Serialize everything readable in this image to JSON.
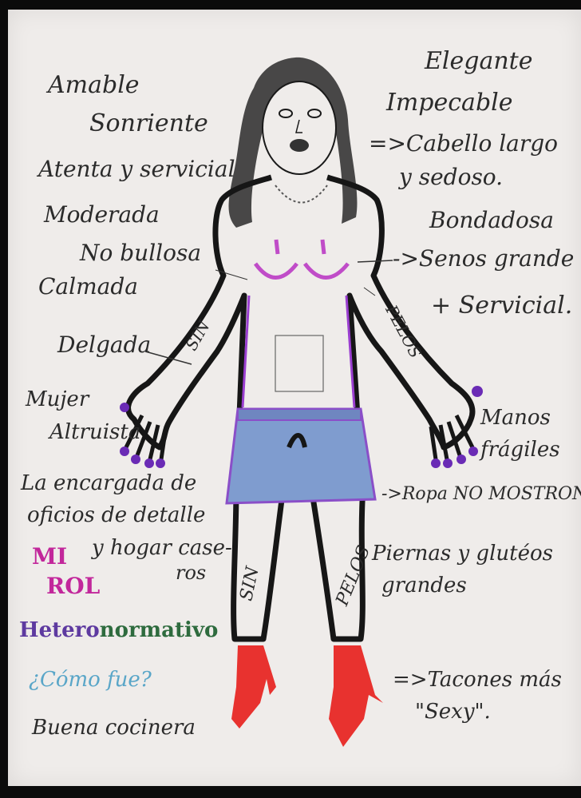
{
  "left_labels": {
    "amable": "Amable",
    "sonriente": "Sonriente",
    "atenta": "Atenta y servicial",
    "moderada": "Moderada",
    "no_bullosa": "No bullosa",
    "calmada": "Calmada",
    "delgada": "Delgada",
    "mujer": "Mujer",
    "altruista": "Altruista",
    "encargada_1": "La encargada de",
    "encargada_2": "oficios de detalle",
    "encargada_3": "y hogar case-",
    "encargada_4": "ros",
    "mi": "MI",
    "rol": "ROL",
    "hetero_a": "Hetero",
    "hetero_b": "normativo",
    "como_fue": "¿Cómo fue?",
    "buena_cocinera": "Buena cocinera"
  },
  "right_labels": {
    "elegante": "Elegante",
    "impecable": "Impecable",
    "cabello_1": "=>Cabello largo",
    "cabello_2": "y sedoso.",
    "bondadosa": "Bondadosa",
    "senos": "->Senos grande",
    "servicial": "+ Servicial.",
    "manos_1": "Manos",
    "manos_2": "frágiles",
    "ropa": "->Ropa NO MOSTRONA",
    "piernas_1": "Piernas y glutéos",
    "piernas_2": "grandes",
    "tacones_1": "=>Tacones más",
    "tacones_2": "\"Sexy\"."
  },
  "body_labels": {
    "sin_arm": "SIN",
    "pelos_arm": "PELOS",
    "sin_leg": "SIN",
    "pelos_leg": "PELOS"
  },
  "colors": {
    "outline": "#161616",
    "skirt": "#7f9ccf",
    "skirt_edge": "#8a4fc8",
    "heels": "#e8322f",
    "nails": "#6a2bb5",
    "chest": "#c04cc8"
  }
}
